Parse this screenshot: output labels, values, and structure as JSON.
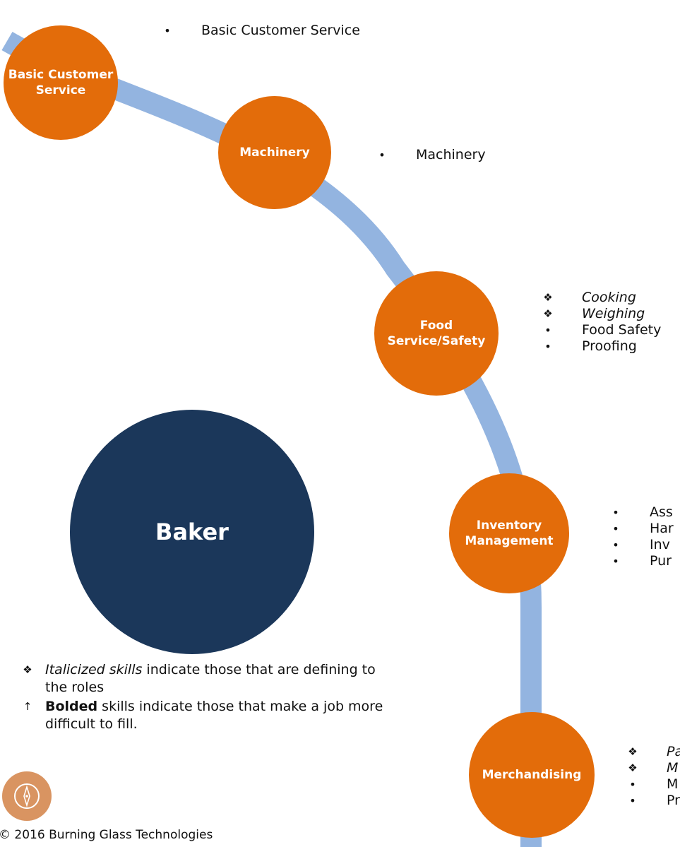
{
  "colors": {
    "node": "#e36c0a",
    "center": "#1b375a",
    "arc": "#93b4e0",
    "logo": "#d99461"
  },
  "center": {
    "label": "Baker"
  },
  "nodes": [
    {
      "label": "Basic Customer\nService",
      "skills": [
        {
          "text": "Basic Customer Service",
          "marker": "bullet",
          "style": "normal"
        }
      ]
    },
    {
      "label": "Machinery",
      "skills": [
        {
          "text": "Machinery",
          "marker": "bullet",
          "style": "normal"
        }
      ]
    },
    {
      "label": "Food\nService/Safety",
      "skills": [
        {
          "text": "Cooking",
          "marker": "diamond",
          "style": "italic"
        },
        {
          "text": "Weighing",
          "marker": "diamond",
          "style": "italic"
        },
        {
          "text": "Food Safety",
          "marker": "bullet",
          "style": "normal"
        },
        {
          "text": "Proofing",
          "marker": "bullet",
          "style": "normal"
        }
      ]
    },
    {
      "label": "Inventory\nManagement",
      "skills": [
        {
          "text": "Ass",
          "marker": "bullet",
          "style": "normal"
        },
        {
          "text": "Har",
          "marker": "bullet",
          "style": "normal"
        },
        {
          "text": "Inv",
          "marker": "bullet",
          "style": "normal"
        },
        {
          "text": "Pur",
          "marker": "bullet",
          "style": "normal"
        }
      ]
    },
    {
      "label": "Merchandising",
      "skills": [
        {
          "text": "Pa",
          "marker": "diamond",
          "style": "italic"
        },
        {
          "text": "M",
          "marker": "diamond",
          "style": "italic"
        },
        {
          "text": "M",
          "marker": "bullet",
          "style": "normal"
        },
        {
          "text": "Pr",
          "marker": "bullet",
          "style": "normal"
        }
      ]
    }
  ],
  "legend": {
    "item1": {
      "marker": "❖",
      "emphasis": "Italicized skills",
      "text": " indicate those that are defining to the roles"
    },
    "item2": {
      "marker": "↑",
      "emphasis": "Bolded",
      "text": " skills indicate those that make a job more difficult to fill."
    }
  },
  "footer": {
    "copyright": "© 2016 Burning Glass Technologies"
  }
}
